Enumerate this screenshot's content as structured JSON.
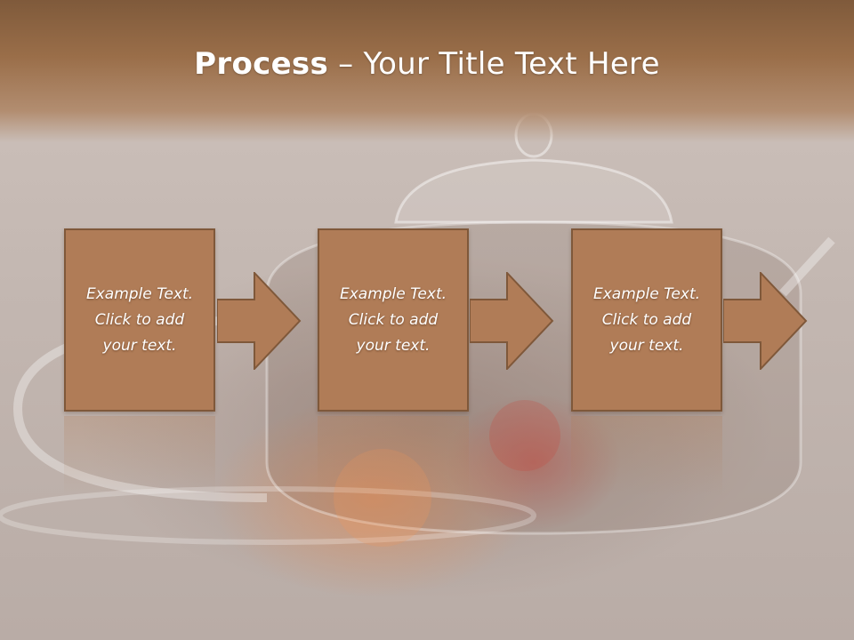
{
  "slide": {
    "title_bold": "Process",
    "title_rest": " – Your Title Text Here",
    "steps": [
      {
        "line1": "Example Text.",
        "line2": "Click  to add",
        "line3": "your text."
      },
      {
        "line1": "Example Text.",
        "line2": "Click  to add",
        "line3": "your text."
      },
      {
        "line1": "Example Text.",
        "line2": "Click  to add",
        "line3": "your text."
      }
    ]
  },
  "colors": {
    "box_fill": "#b07c57",
    "box_border": "#7f583a",
    "title_band": "#8f6442",
    "text": "#ffffff"
  }
}
